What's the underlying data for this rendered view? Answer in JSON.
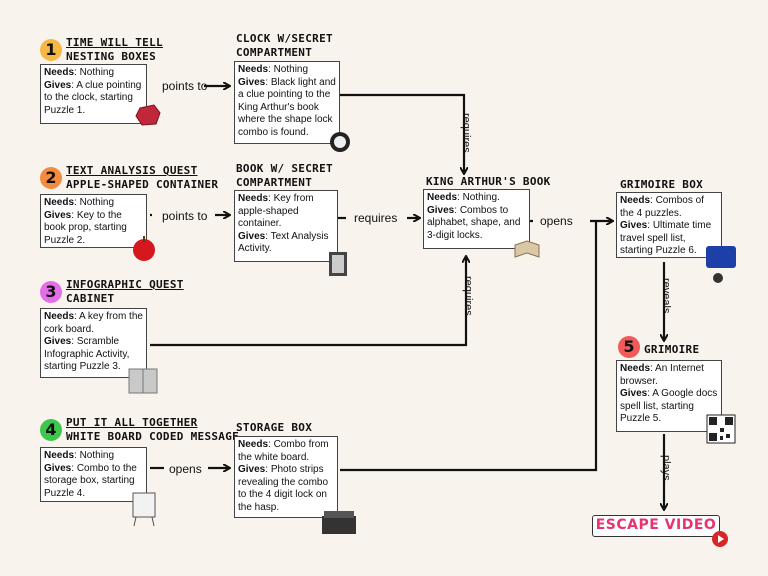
{
  "labels": {
    "needs": "Needs",
    "gives": "Gives"
  },
  "puzzles": [
    {
      "number": "1",
      "color": "#f6b844",
      "title1": "TIME WILL TELL",
      "title2": "NESTING BOXES",
      "needs": "Nothing",
      "gives": "A clue pointing to the clock, starting Puzzle 1."
    },
    {
      "number": "2",
      "color": "#f58b3c",
      "title1": "TEXT ANALYSIS QUEST",
      "title2": "APPLE-SHAPED CONTAINER",
      "needs": "Nothing",
      "gives": "Key to the book prop, starting Puzzle 2."
    },
    {
      "number": "3",
      "color": "#e46ee8",
      "title1": "INFOGRAPHIC QUEST",
      "title2": "CABINET",
      "needs": "A key from the cork board.",
      "gives": "Scramble Infographic Activity, starting Puzzle 3."
    },
    {
      "number": "4",
      "color": "#3ec64d",
      "title1": "PUT IT ALL TOGETHER",
      "title2": "WHITE BOARD CODED MESSAGE",
      "needs": "Nothing",
      "gives": "Combo to the storage box, starting Puzzle 4."
    }
  ],
  "clock": {
    "title1": "CLOCK W/SECRET",
    "title2": "COMPARTMENT",
    "needs": "Nothing",
    "gives": "Black light and a clue pointing to the King Arthur's book where the shape lock combo is found."
  },
  "book": {
    "title1": "BOOK W/ SECRET",
    "title2": "COMPARTMENT",
    "needs": "Key from apple-shaped container.",
    "gives": "Text Analysis Activity."
  },
  "storage": {
    "title1": "STORAGE BOX",
    "needs": "Combo from the white board.",
    "gives": "Photo strips revealing the combo to the 4 digit lock on the hasp."
  },
  "king": {
    "title1": "KING ARTHUR'S BOOK",
    "needs": "Nothing.",
    "gives": "Combos to alphabet, shape, and 3-digit locks."
  },
  "grimoire_box": {
    "title1": "GRIMOIRE  BOX",
    "needs": "Combos of the 4 puzzles.",
    "gives": "Ultimate time travel spell list, starting Puzzle 6."
  },
  "grimoire": {
    "number": "5",
    "color": "#f25a5a",
    "title1": "GRIMOIRE",
    "needs": "An Internet browser.",
    "gives": "A Google docs spell list, starting Puzzle 5."
  },
  "connectors": {
    "points_to_1": "points to",
    "points_to_2": "points to",
    "requires_1": "requires",
    "requires_2": "requires",
    "requires_3": "requires",
    "opens_1": "opens",
    "opens_2": "opens",
    "reveals": "reveals",
    "plays": "plays"
  },
  "escape_video": "ESCAPE VIDEO"
}
